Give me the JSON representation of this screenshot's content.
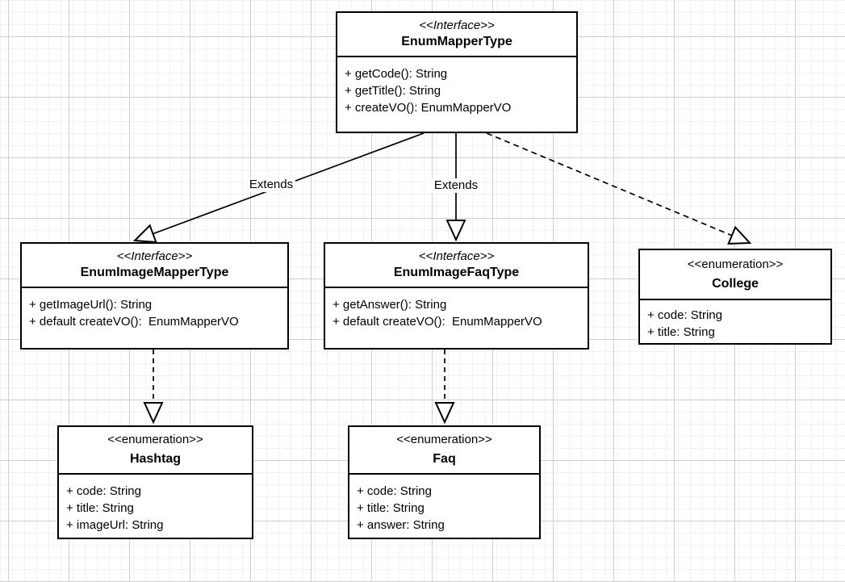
{
  "diagram": {
    "classes": [
      {
        "stereotype": "<<Interface>>",
        "name": "EnumMapperType",
        "members": [
          "+ getCode(): String",
          "+ getTitle(): String",
          "+ createVO(): EnumMapperVO"
        ]
      },
      {
        "stereotype": "<<Interface>>",
        "name": "EnumImageMapperType",
        "members": [
          "+ getImageUrl(): String",
          "+ default createVO():  EnumMapperVO"
        ]
      },
      {
        "stereotype": "<<Interface>>",
        "name": "EnumImageFaqType",
        "members": [
          "+ getAnswer(): String",
          "+ default createVO():  EnumMapperVO"
        ]
      },
      {
        "stereotype": "<<enumeration>>",
        "name": "College",
        "members": [
          "+ code: String",
          "+ title: String"
        ]
      },
      {
        "stereotype": "<<enumeration>>",
        "name": "Hashtag",
        "members": [
          "+ code: String",
          "+ title: String",
          "+ imageUrl: String"
        ]
      },
      {
        "stereotype": "<<enumeration>>",
        "name": "Faq",
        "members": [
          "+ code: String",
          "+ title: String",
          "+ answer: String"
        ]
      }
    ],
    "edge_labels": {
      "extends_left": "Extends",
      "extends_center": "Extends"
    },
    "edges": [
      {
        "from": "EnumMapperType",
        "to": "EnumImageMapperType",
        "type": "generalization-solid",
        "label": "Extends"
      },
      {
        "from": "EnumMapperType",
        "to": "EnumImageFaqType",
        "type": "generalization-solid",
        "label": "Extends"
      },
      {
        "from": "EnumMapperType",
        "to": "College",
        "type": "realization-dashed",
        "label": ""
      },
      {
        "from": "EnumImageMapperType",
        "to": "Hashtag",
        "type": "realization-dashed",
        "label": ""
      },
      {
        "from": "EnumImageFaqType",
        "to": "Faq",
        "type": "realization-dashed",
        "label": ""
      }
    ],
    "colors": {
      "box_fill": "#ffffff",
      "box_border": "#000000",
      "text": "#000000",
      "grid_minor": "#f2f2f2",
      "grid_major": "#cfcfcf",
      "canvas": "#ffffff"
    }
  }
}
